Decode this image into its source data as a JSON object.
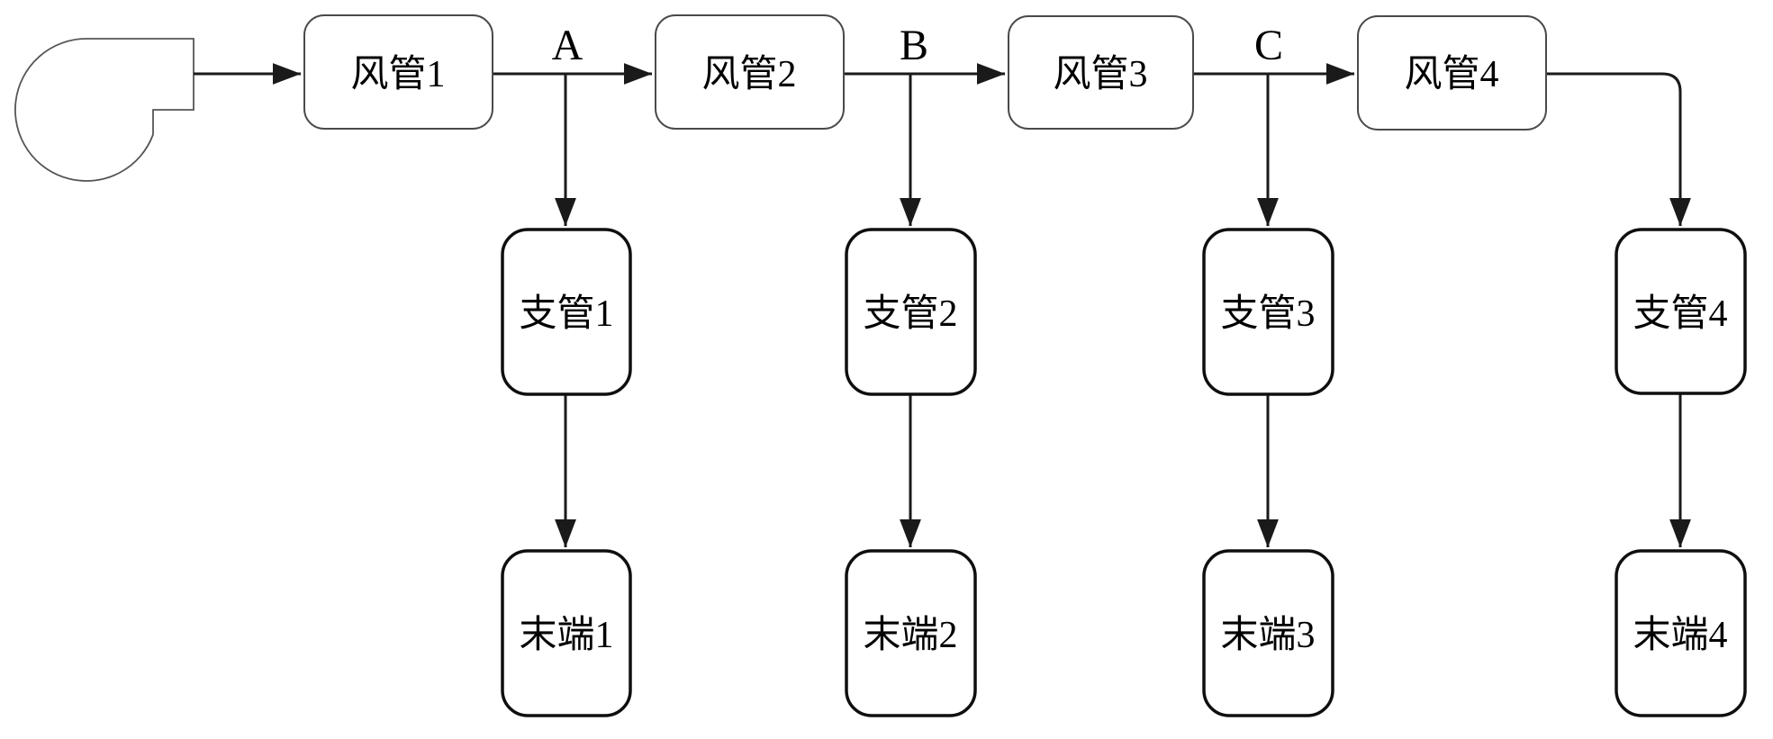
{
  "diagram": {
    "description": "Ventilation duct system flow diagram",
    "colors": {
      "background": "#ffffff",
      "line": "#1a1a1a",
      "duct_box_border": "#4a4a4a",
      "branch_box_border": "#0f0f0f",
      "text": "#000000"
    },
    "fan": {
      "icon": "centrifugal-fan-icon"
    },
    "ducts": [
      {
        "label": "风管1"
      },
      {
        "label": "风管2"
      },
      {
        "label": "风管3"
      },
      {
        "label": "风管4"
      }
    ],
    "junctions": [
      {
        "label": "A"
      },
      {
        "label": "B"
      },
      {
        "label": "C"
      }
    ],
    "branches": [
      {
        "label": "支管1"
      },
      {
        "label": "支管2"
      },
      {
        "label": "支管3"
      },
      {
        "label": "支管4"
      }
    ],
    "terminals": [
      {
        "label": "末端1"
      },
      {
        "label": "末端2"
      },
      {
        "label": "末端3"
      },
      {
        "label": "末端4"
      }
    ]
  }
}
